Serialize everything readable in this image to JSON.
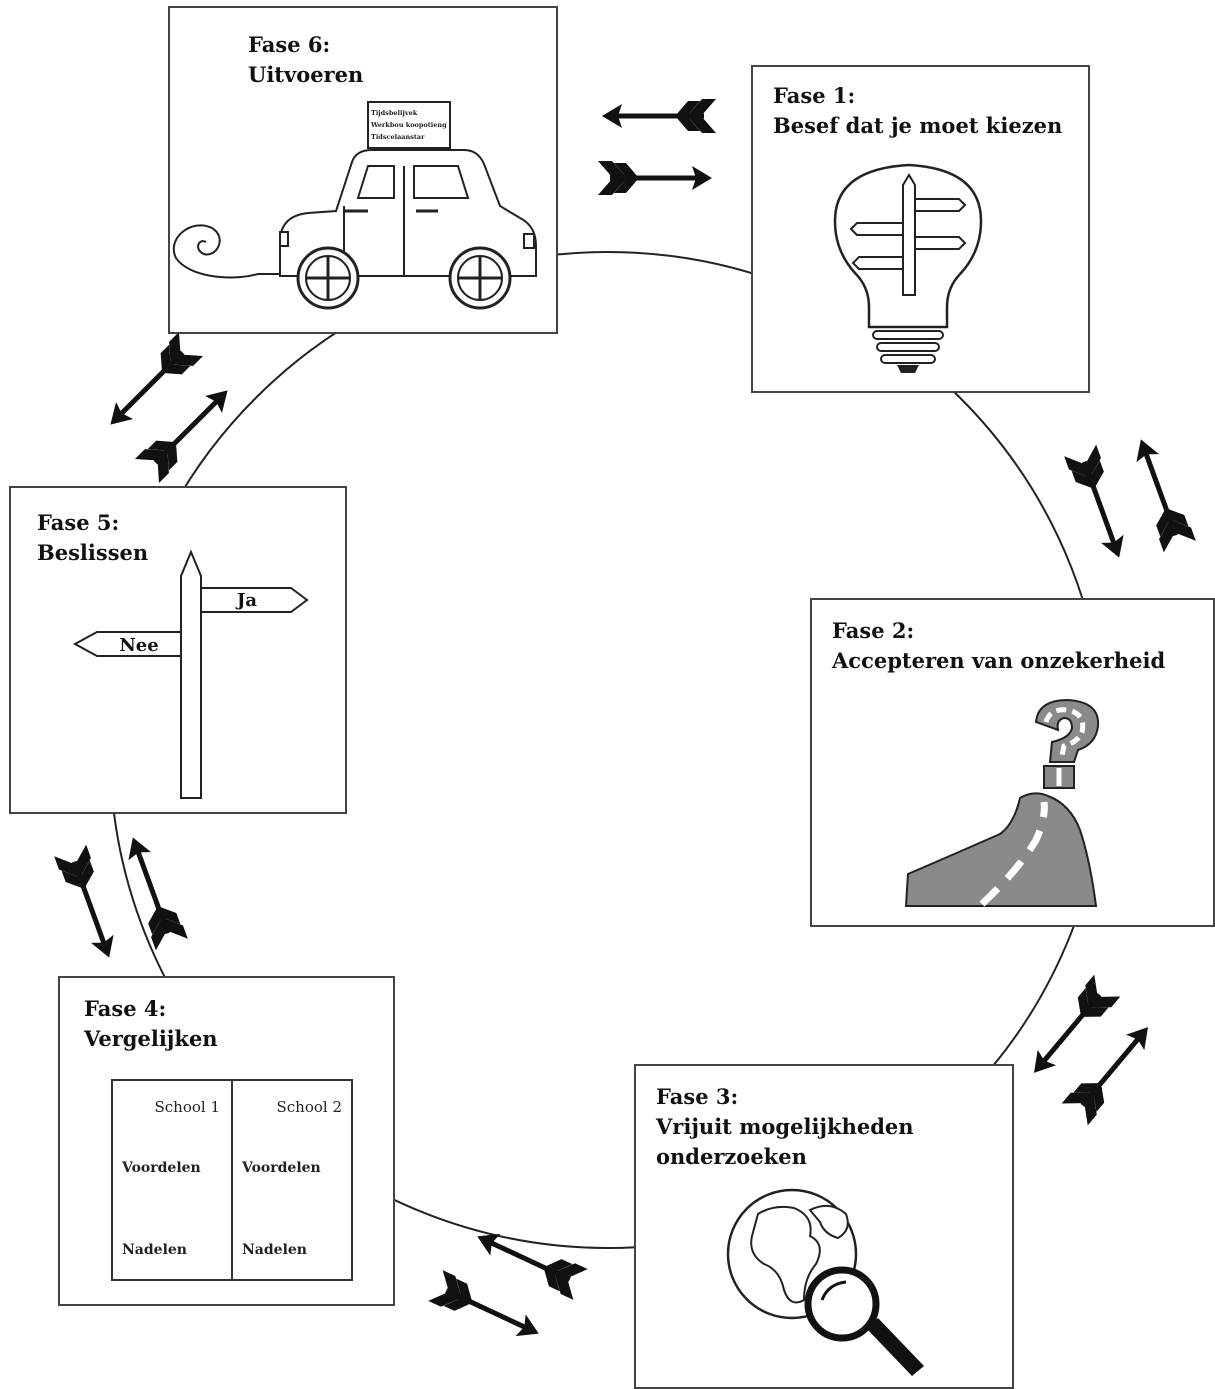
{
  "phases": [
    {
      "num": "Fase 1:",
      "name": "Besef dat je moet kiezen"
    },
    {
      "num": "Fase 2:",
      "name": "Accepteren van onzekerheid"
    },
    {
      "num": "Fase 3:",
      "name": "Vrijuit mogelijkheden",
      "name2": "onderzoeken"
    },
    {
      "num": "Fase 4:",
      "name": "Vergelijken"
    },
    {
      "num": "Fase 5:",
      "name": "Beslissen"
    },
    {
      "num": "Fase 6:",
      "name": "Uitvoeren"
    }
  ],
  "signpost": {
    "yes": "Ja",
    "no": "Nee"
  },
  "comparison": {
    "col1": "School 1",
    "col2": "School 2",
    "pros": "Voordelen",
    "cons": "Nadelen"
  },
  "car_sign_lines": [
    "Tijdsbelijvek",
    "Werkbou koopotieng",
    "Tidscelaanstar"
  ],
  "colors": {
    "line": "#222222",
    "road": "#8a8a8a",
    "arrow": "#111111"
  }
}
